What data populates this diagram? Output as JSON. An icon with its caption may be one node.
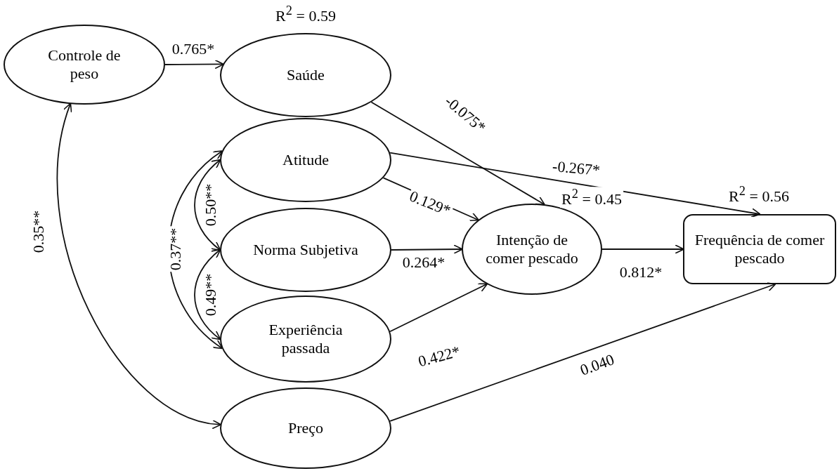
{
  "diagram": {
    "nodes": [
      {
        "text": [
          "Controle de peso"
        ]
      },
      {
        "text": [
          "Saúde"
        ],
        "beside": [
          "R$^{2}$ = 0.59"
        ]
      },
      {
        "text": [
          "Atitude"
        ]
      },
      {
        "text": [
          "Norma Subjetiva"
        ]
      },
      {
        "text": [
          "Experiência passada"
        ]
      },
      {
        "text": [
          "Intenção de comer pescado"
        ],
        "beside": [
          "R$^{2}$ = 0.45"
        ]
      },
      {
        "text": [
          "Frequência de comer pescado"
        ],
        "beside": [
          "R$^{2}$ = 0.56"
        ]
      },
      {
        "text": [
          "Preço"
        ]
      }
    ],
    "edges": [
      {
        "from": 0,
        "to": 1,
        "arrow": "to",
        "label": "0.765*"
      },
      {
        "from": 1,
        "to": 5,
        "arrow": "to",
        "label": "-0.075*"
      },
      {
        "from": 2,
        "to": 6,
        "arrow": "to",
        "label": "-0.267*"
      },
      {
        "from": 2,
        "to": 5,
        "arrow": "to",
        "label": "0.129*"
      },
      {
        "from": 3,
        "to": 5,
        "arrow": "to",
        "label": "0.264*"
      },
      {
        "from": 5,
        "to": 6,
        "arrow": "to",
        "label": "0.812*"
      },
      {
        "from": 4,
        "to": 5,
        "arrow": "to",
        "label": "0.422*"
      },
      {
        "from": 7,
        "to": 6,
        "arrow": "to",
        "label": "0.040"
      },
      {
        "from": 0,
        "to": 7,
        "arrow": "both",
        "label": "0.35**"
      },
      {
        "from": 2,
        "to": 3,
        "arrow": "both",
        "label": "0.50**"
      },
      {
        "from": 3,
        "to": 4,
        "arrow": "both",
        "label": "0.49**"
      },
      {
        "from": 2,
        "to": 4,
        "arrow": "both",
        "label": "0.37**"
      }
    ]
  }
}
